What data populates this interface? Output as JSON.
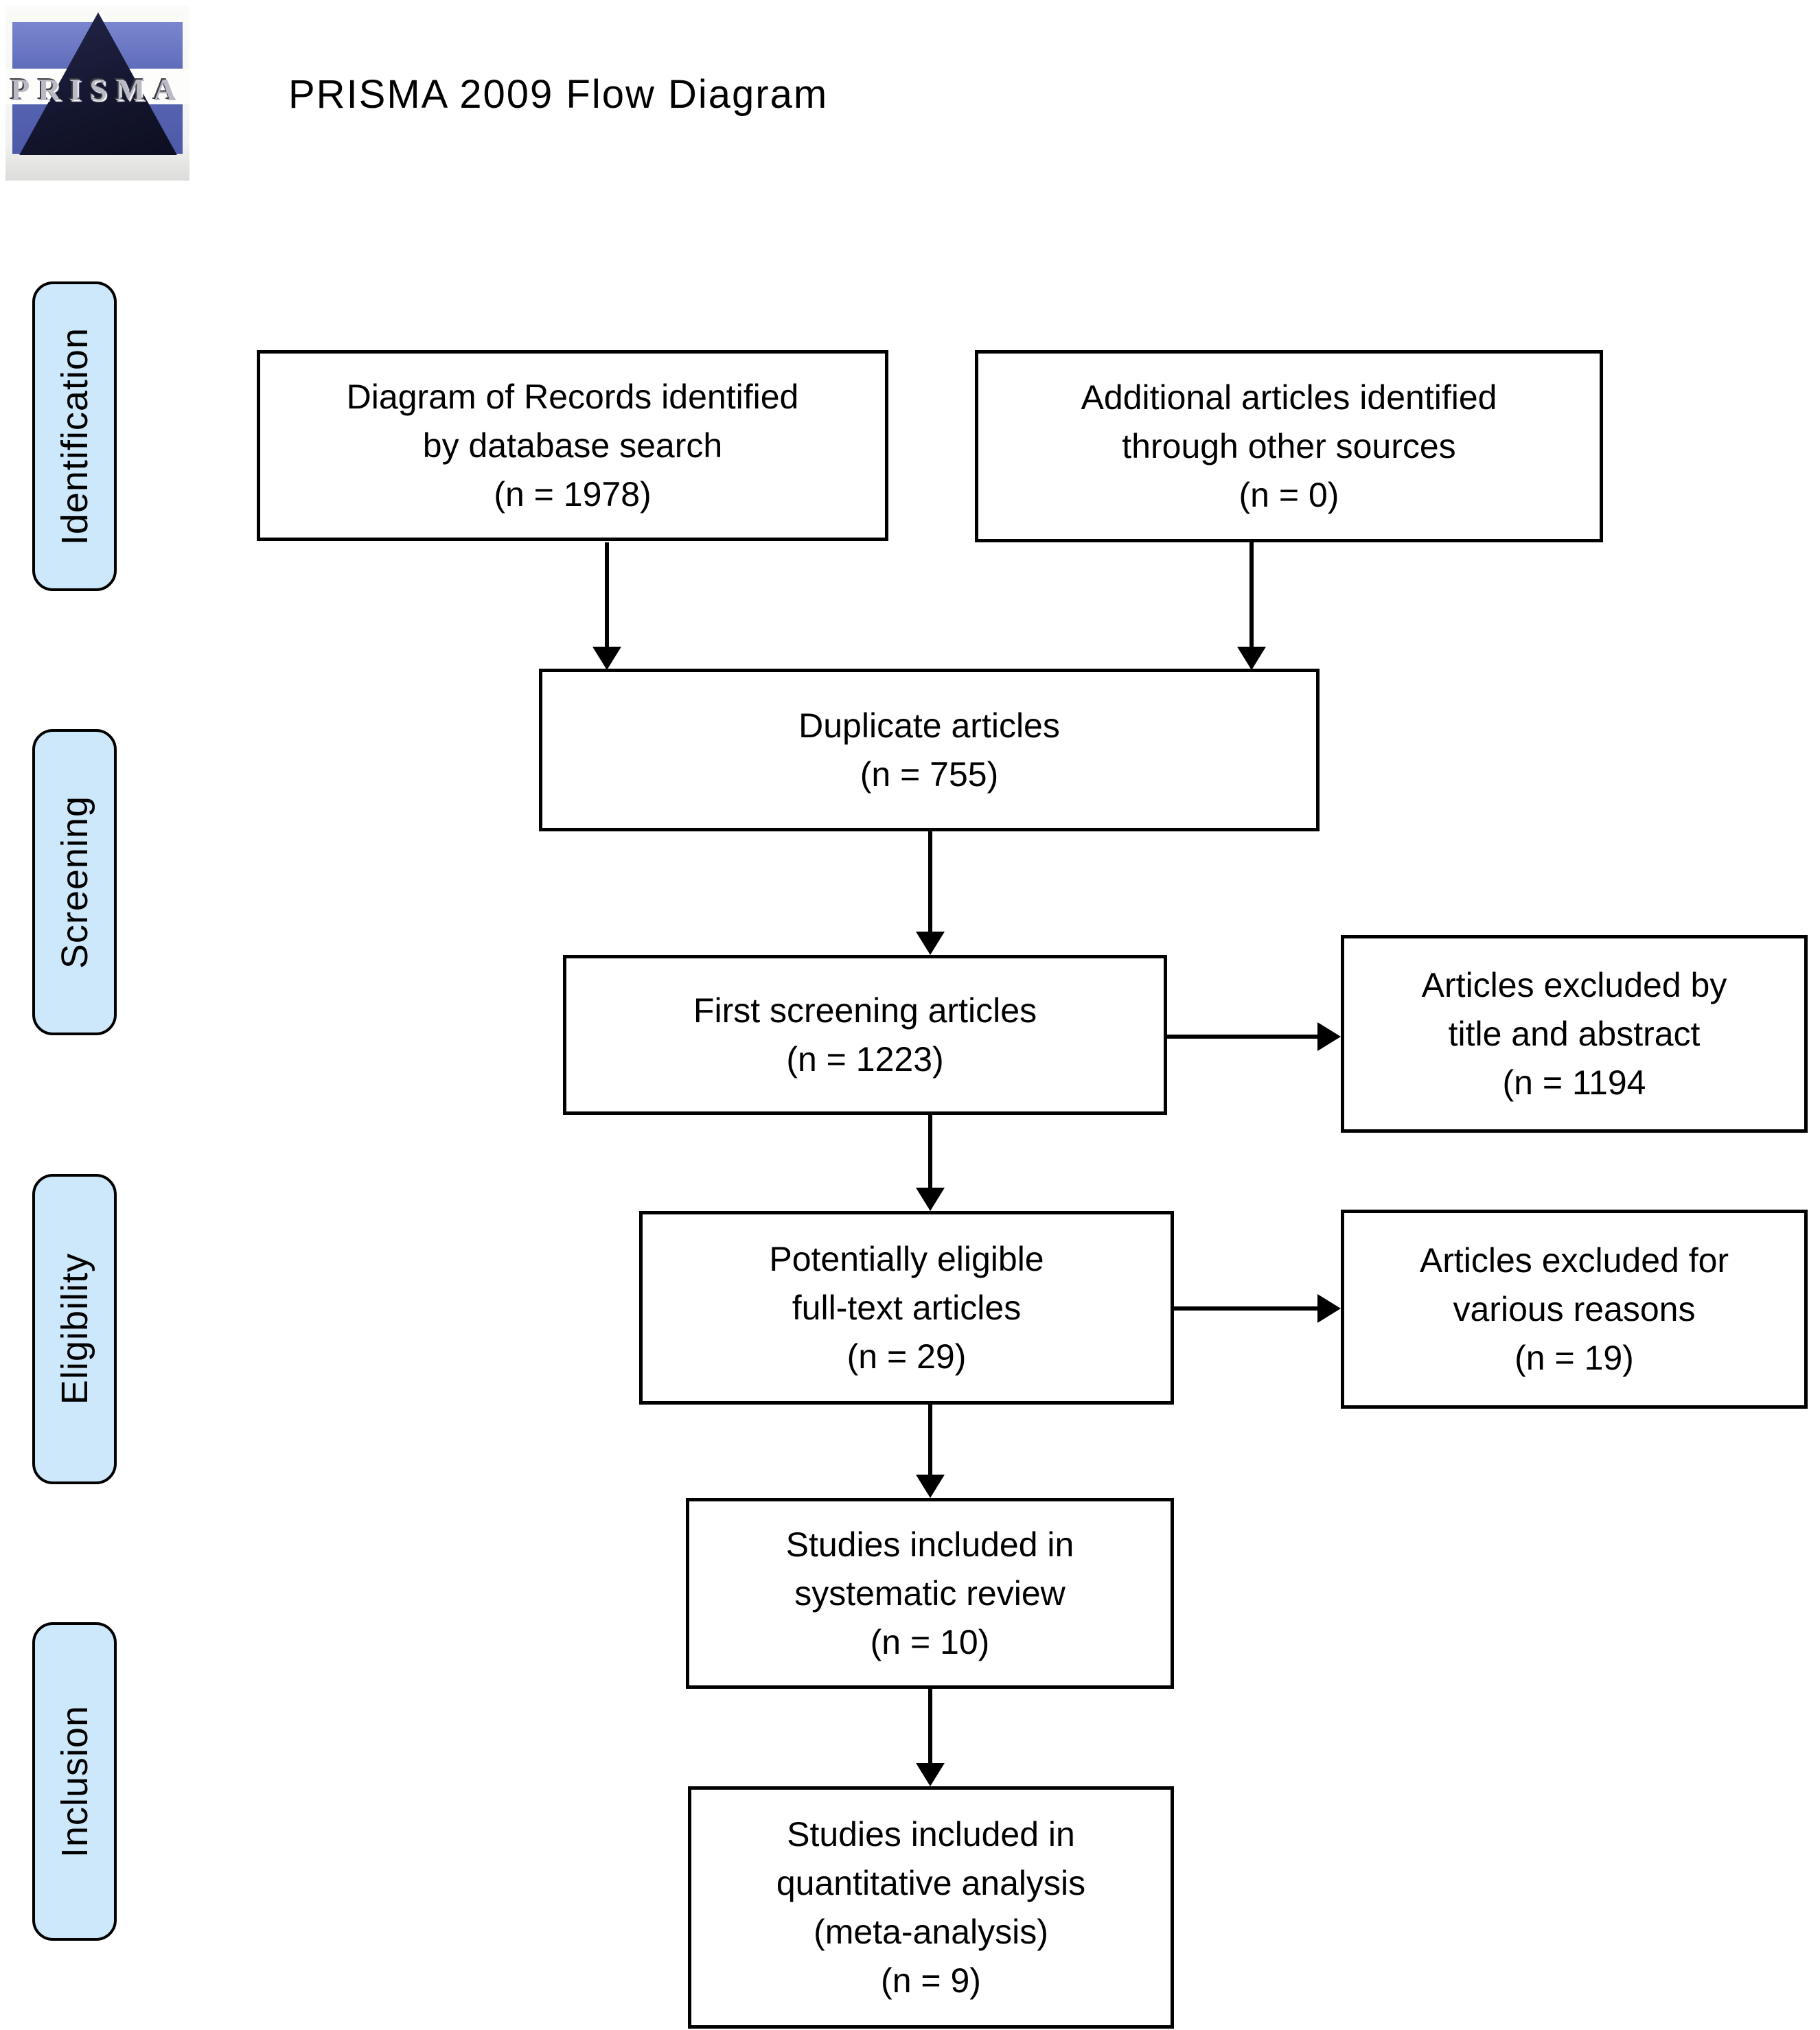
{
  "header": {
    "title": "PRISMA 2009 Flow Diagram",
    "logo": {
      "text": "PRISMA"
    }
  },
  "stages": {
    "identification": "Identification",
    "screening": "Screening",
    "eligibility": "Eligibility",
    "inclusion": "Inclusion"
  },
  "boxes": {
    "records": [
      "Diagram of Records identified",
      "by database search",
      "(n = 1978)"
    ],
    "additional": [
      "Additional articles identified",
      "through other sources",
      "(n = 0)"
    ],
    "duplicate": [
      "Duplicate articles",
      "(n = 755)"
    ],
    "first_screening": [
      "First screening articles",
      "(n = 1223)"
    ],
    "excluded_title": [
      "Articles excluded by",
      "title and abstract",
      "(n = 1194"
    ],
    "potentially_eligible": [
      "Potentially eligible",
      "full-text articles",
      "(n = 29)"
    ],
    "excluded_various": [
      "Articles excluded for",
      "various reasons",
      "(n = 19)"
    ],
    "systematic_review": [
      "Studies included in",
      "systematic review",
      "(n = 10)"
    ],
    "meta_analysis": [
      "Studies included in",
      "quantitative analysis",
      "(meta-analysis)",
      "(n = 9)"
    ]
  },
  "colors": {
    "stage_fill": "#cde8fa",
    "box_background": "#ffffff",
    "box_border": "#000000",
    "logo_blue": "#5866b4",
    "logo_pyramid": "#14162e"
  }
}
